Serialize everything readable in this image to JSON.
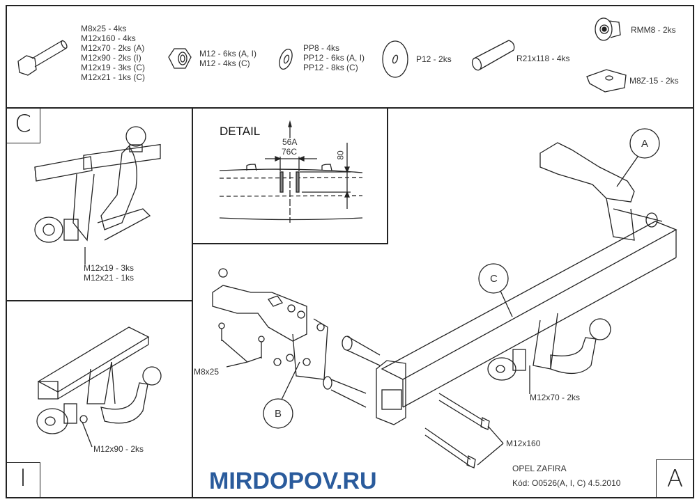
{
  "parts": {
    "bolts": [
      "M8x25 - 4ks",
      "M12x160 - 4ks",
      "M12x70 - 2ks (A)",
      "M12x90 - 2ks (I)",
      "M12x19 - 3ks (C)",
      "M12x21 - 1ks (C)"
    ],
    "nuts": [
      "M12 - 6ks (A, I)",
      "M12 - 4ks (C)"
    ],
    "washers": [
      "PP8 - 4ks",
      "PP12 - 6ks (A, I)",
      "PP12 - 8ks (C)"
    ],
    "flat_washer": "P12 - 2ks",
    "spacer": "R21x118 - 4ks",
    "rivet_nut": "RMM8 - 2ks",
    "cage_nut": "M8Z-15 - 2ks"
  },
  "panel_c": {
    "corner": "C",
    "labels": [
      "M12x19 - 3ks",
      "M12x21 - 1ks"
    ]
  },
  "panel_i": {
    "corner": "I",
    "label": "M12x90 - 2ks"
  },
  "detail": {
    "title": "DETAIL",
    "dim_a": "56A",
    "dim_c": "76C",
    "dim_height": "80"
  },
  "main": {
    "callout_a": "A",
    "callout_b": "B",
    "callout_c": "C",
    "label_m8x25": "M8x25",
    "label_m12x70": "M12x70 - 2ks",
    "label_m12x160": "M12x160",
    "car": "OPEL ZAFIRA",
    "code": "Kód: O0526(A, I, C)  4.5.2010",
    "corner": "A"
  },
  "watermark": "MIRDOPOV.RU"
}
